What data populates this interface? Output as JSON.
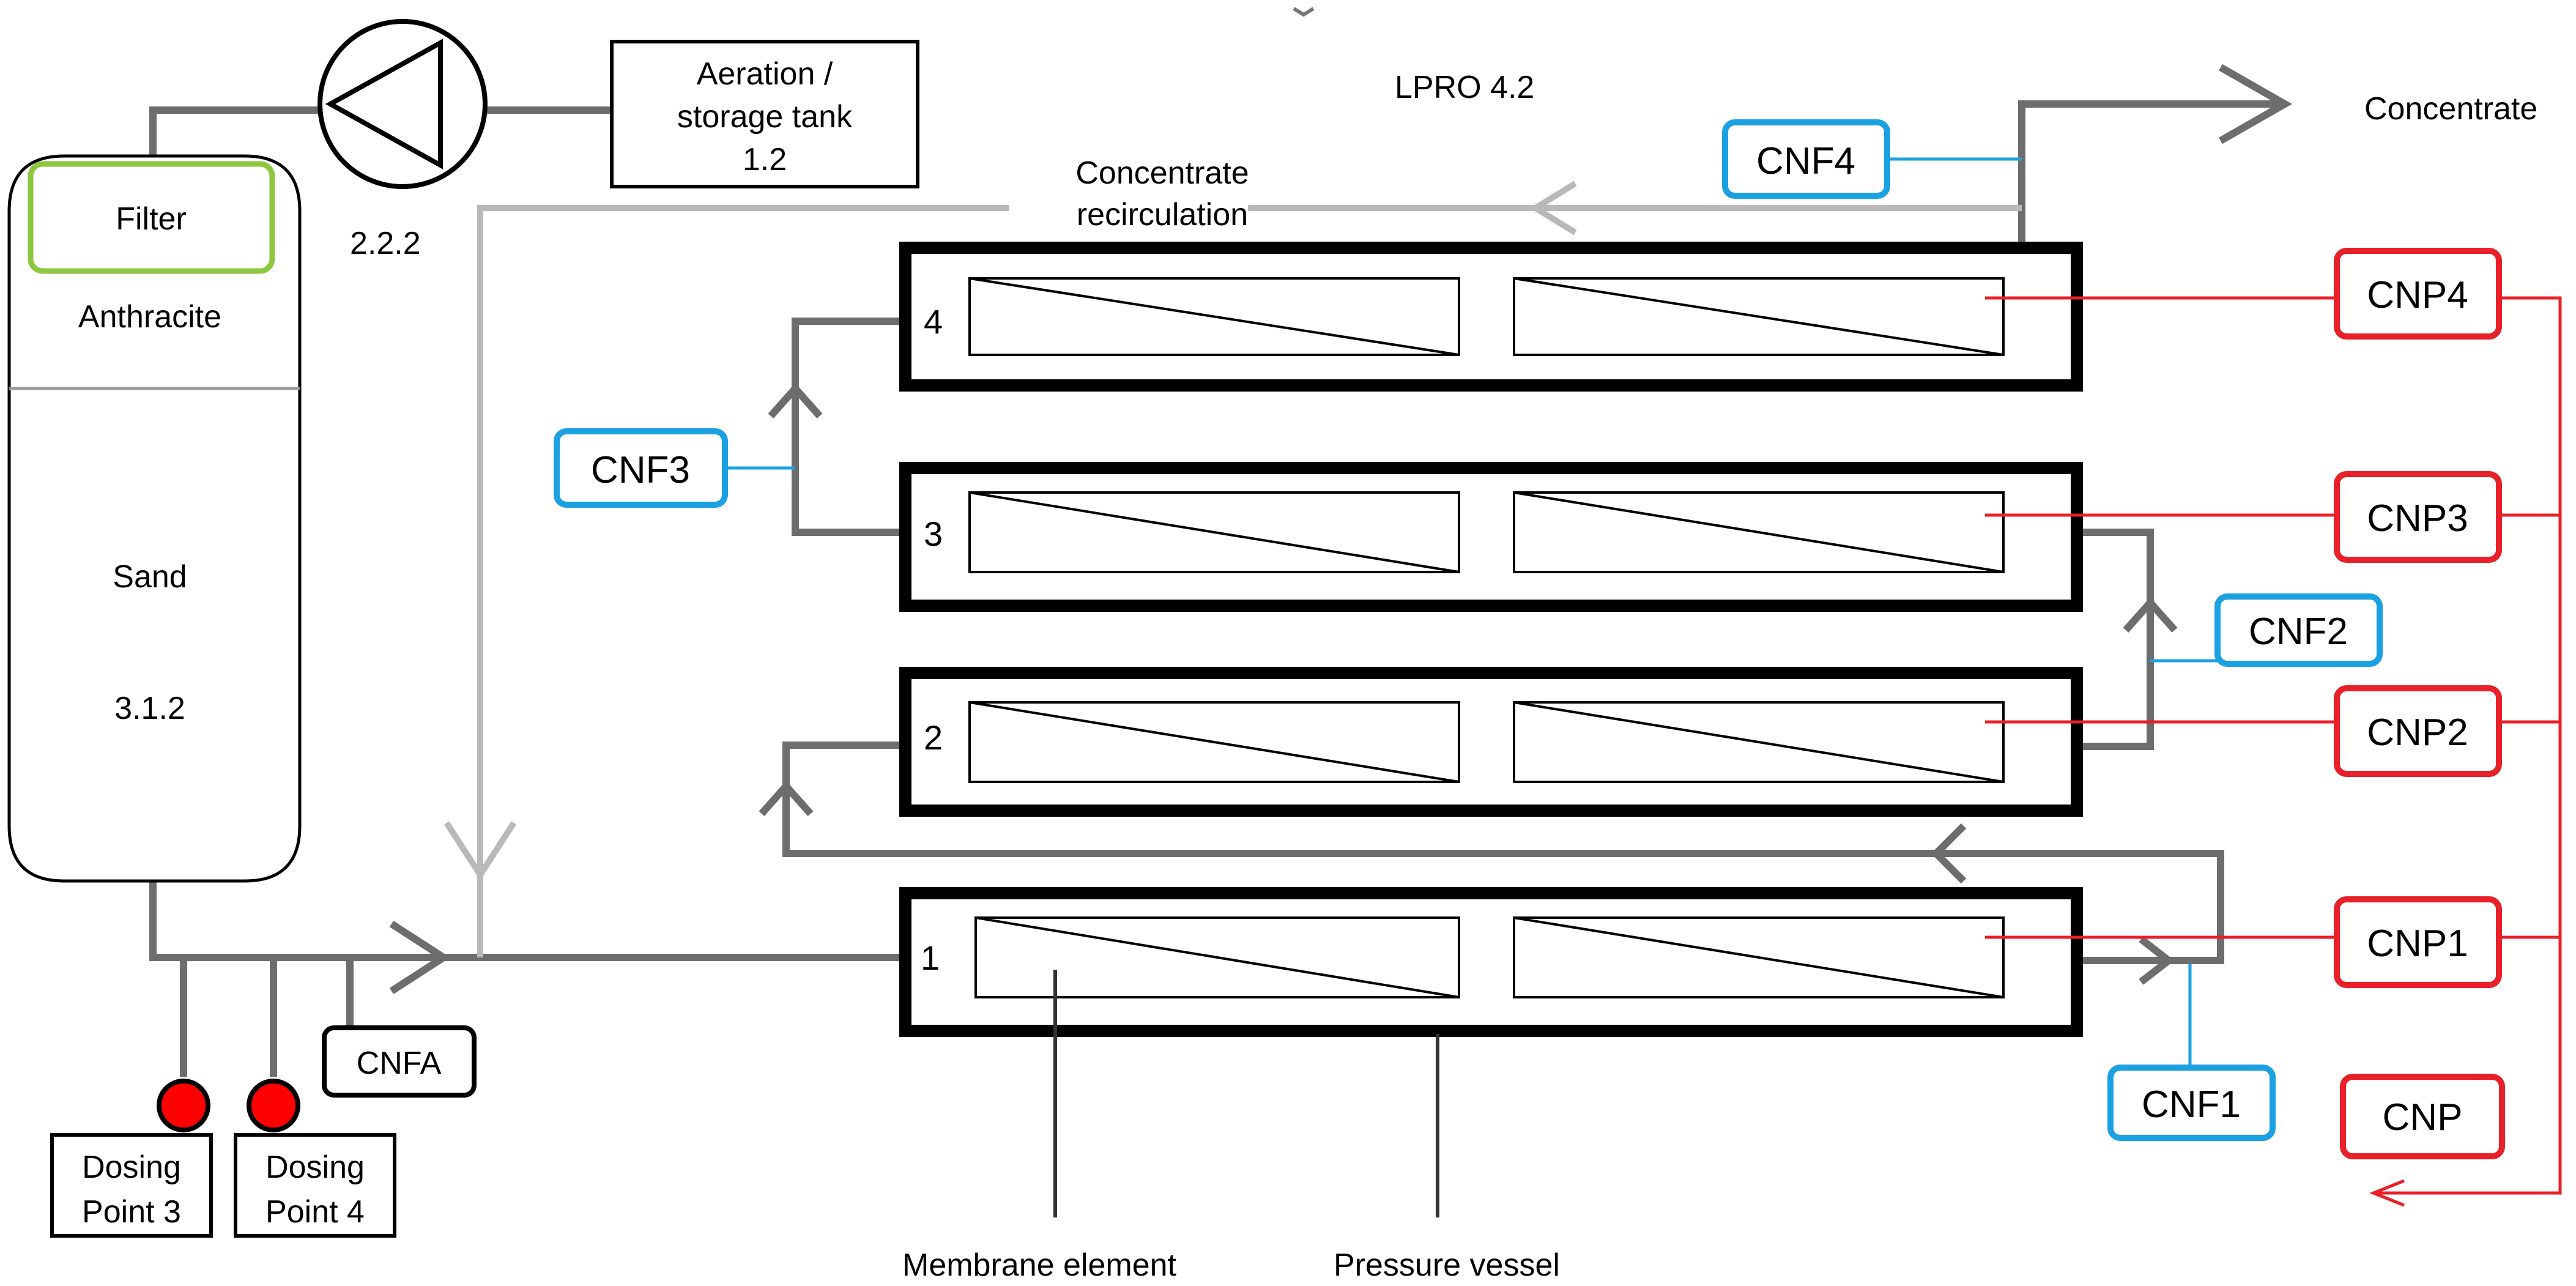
{
  "title": "LPRO 4.2",
  "filter": {
    "top_label": "Filter",
    "media_top": "Anthracite",
    "media_bottom": "Sand",
    "id": "3.1.2"
  },
  "pump": {
    "id": "2.2.2"
  },
  "aeration_tank": {
    "line1": "Aeration /",
    "line2": "storage tank",
    "line3": "1.2"
  },
  "recirculation": {
    "line1": "Concentrate",
    "line2": "recirculation"
  },
  "concentrate_label": "Concentrate",
  "vessels": [
    {
      "number": "4"
    },
    {
      "number": "3"
    },
    {
      "number": "2"
    },
    {
      "number": "1"
    }
  ],
  "feed_sensors": {
    "cnf4": "CNF4",
    "cnf3": "CNF3",
    "cnf2": "CNF2",
    "cnf1": "CNF1",
    "cnfa": "CNFA"
  },
  "permeate_sensors": {
    "cnp4": "CNP4",
    "cnp3": "CNP3",
    "cnp2": "CNP2",
    "cnp1": "CNP1",
    "cnp": "CNP"
  },
  "dosing": [
    {
      "line1": "Dosing",
      "line2": "Point 3"
    },
    {
      "line1": "Dosing",
      "line2": "Point 4"
    }
  ],
  "legend": {
    "membrane_element": "Membrane element",
    "pressure_vessel": "Pressure vessel"
  },
  "colors": {
    "feed_sensor": "#1ba1e2",
    "permeate_sensor": "#e8202a",
    "filter_box": "#8dc63f",
    "dosing_dot": "#ff0000",
    "pipe": "#6d6d6d",
    "recirc_pipe": "#b9b9b9"
  }
}
